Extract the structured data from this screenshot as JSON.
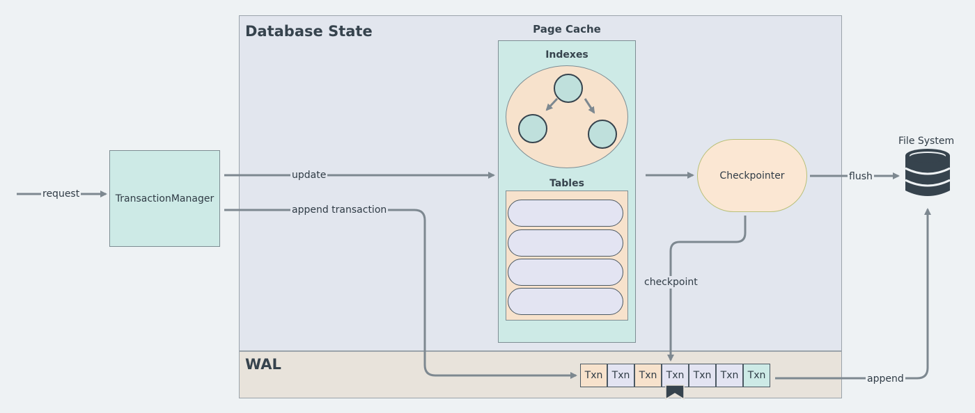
{
  "sections": {
    "database_state": "Database State",
    "wal": "WAL"
  },
  "page_cache": {
    "title": "Page Cache",
    "indexes_label": "Indexes",
    "tables_label": "Tables"
  },
  "components": {
    "transaction_manager": "TransactionManager",
    "checkpointer": "Checkpointer",
    "file_system": "File System"
  },
  "edges": {
    "request": "request",
    "update": "update",
    "append_transaction": "append transaction",
    "checkpoint": "checkpoint",
    "flush": "flush",
    "append": "append"
  },
  "wal_entries": [
    {
      "label": "Txn",
      "fill": "#f7e2cc"
    },
    {
      "label": "Txn",
      "fill": "#e3e4f2"
    },
    {
      "label": "Txn",
      "fill": "#f7e2cc"
    },
    {
      "label": "Txn",
      "fill": "#e3e4f2"
    },
    {
      "label": "Txn",
      "fill": "#e3e4f2"
    },
    {
      "label": "Txn",
      "fill": "#e3e4f2"
    },
    {
      "label": "Txn",
      "fill": "#cdeae6"
    }
  ],
  "colors": {
    "wire": "#7d8890",
    "teal_fill": "#cdeae6",
    "peach_fill": "#f7e2cc",
    "lavender_fill": "#e3e4f2",
    "dark_ink": "#36434d"
  },
  "icons": {
    "database": "database-icon",
    "checkpoint_marker": "bookmark-icon"
  }
}
